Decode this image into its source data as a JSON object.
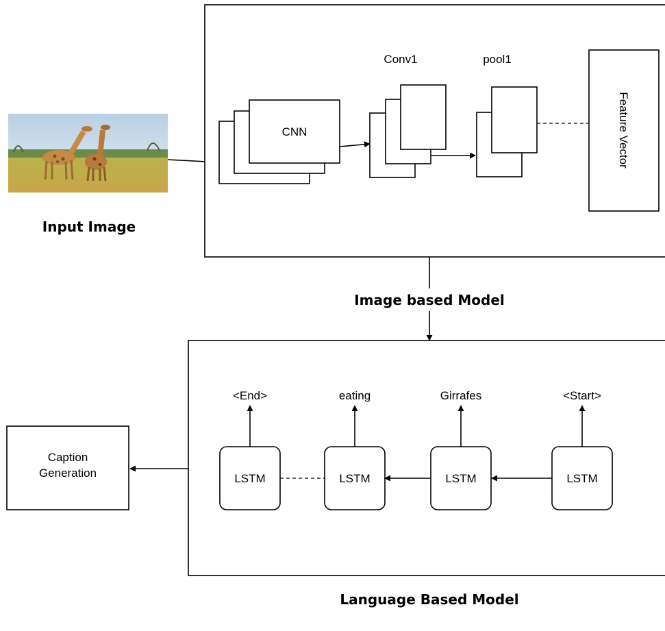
{
  "input": {
    "label": "Input Image",
    "photo_icon": "giraffes-photo"
  },
  "image_model": {
    "title": "Image based Model",
    "cnn_label": "CNN",
    "conv_label": "Conv1",
    "pool_label": "pool1",
    "feature_label": "Feature Vector"
  },
  "language_model": {
    "title": "Language Based Model",
    "cells": [
      {
        "label": "LSTM",
        "output": "<End>"
      },
      {
        "label": "LSTM",
        "output": "eating"
      },
      {
        "label": "LSTM",
        "output": "Girrafes"
      },
      {
        "label": "LSTM",
        "output": "<Start>"
      }
    ]
  },
  "caption": {
    "label_line1": "Caption",
    "label_line2": "Generation"
  },
  "colors": {
    "stroke": "#000000",
    "background": "#ffffff"
  }
}
